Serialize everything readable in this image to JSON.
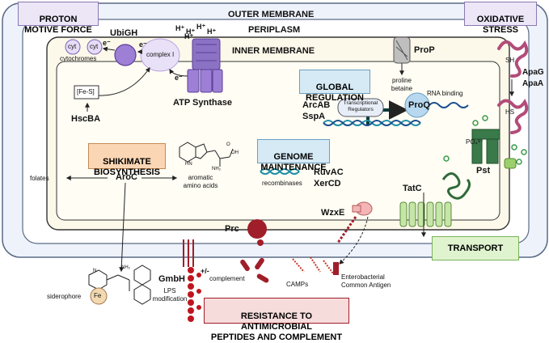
{
  "boxes": {
    "proton_motive_force": "PROTON\nMOTIVE FORCE",
    "oxidative_stress": "OXIDATIVE\nSTRESS",
    "global_regulation": "GLOBAL\nREGULATION",
    "shikimate_biosynthesis": "SHIKIMATE\nBIOSYNTHESIS",
    "genome_maintenance": "GENOME\nMAINTENANCE",
    "transport": "TRANSPORT",
    "resistance": "RESISTANCE TO ANTIMICROBIAL\nPEPTIDES AND COMPLEMENT"
  },
  "compartments": {
    "outer_membrane": "OUTER MEMBRANE",
    "periplasm": "PERIPLASM",
    "inner_membrane": "INNER MEMBRANE"
  },
  "proteins": {
    "ubigh": "UbiGH",
    "hscba": "HscBA",
    "atp_synthase": "ATP Synthase",
    "arcab": "ArcAB",
    "sspa": "SspA",
    "proq": "ProQ",
    "prop": "ProP",
    "ruvac": "RuvAC",
    "xercd": "XerCD",
    "aroc": "AroC",
    "apag": "ApaG",
    "apaa": "ApaA",
    "pst": "Pst",
    "tatc": "TatC",
    "wzxe": "WzxE",
    "prc": "Prc",
    "gmbh": "GmbH"
  },
  "labels": {
    "cyt": "cyt",
    "cytochromes": "cytochromes",
    "fe_s": "[Fe-S]",
    "complex_i": "complex I",
    "electron": "e⁻",
    "proton": "H⁺",
    "proline_betaine": "proline\nbetaine",
    "rna_binding": "RNA binding",
    "transcriptional_regulators": "Transcriptional\nRegulators",
    "recombinases": "recombinases",
    "folates": "folates",
    "aromatic_amino_acids": "aromatic\namino acids",
    "po4": "PO₄³⁻",
    "hs": "HS",
    "sh": "SH",
    "complement": "complement",
    "camps": "CAMPs",
    "enterobacterial_common_antigen": "Enterobacterial\nCommon Antigen",
    "siderophore": "siderophore",
    "fe": "Fe",
    "plus_minus": "+/-",
    "lps_modification": "LPS\nmodification",
    "nh2": "NH₂",
    "oh": "OH",
    "o": "O",
    "hn": "HN",
    "n": "N"
  },
  "colors": {
    "lavender_box": "#ece6f7",
    "orange_box": "#fbd6b4",
    "blue_box": "#d6eaf6",
    "green_box": "#dff3cf",
    "pink_box": "#f7dcdc",
    "membrane_fill": "#fdf9ea",
    "purple_protein": "#9d7fd6",
    "dark_red": "#a01e2a",
    "pst_green": "#3a7a4a",
    "tatc_green": "#9bcf6b",
    "apa_pink": "#b24c7a",
    "dna_teal": "#1f8fa6",
    "proq_blue": "#b7d8ef"
  }
}
